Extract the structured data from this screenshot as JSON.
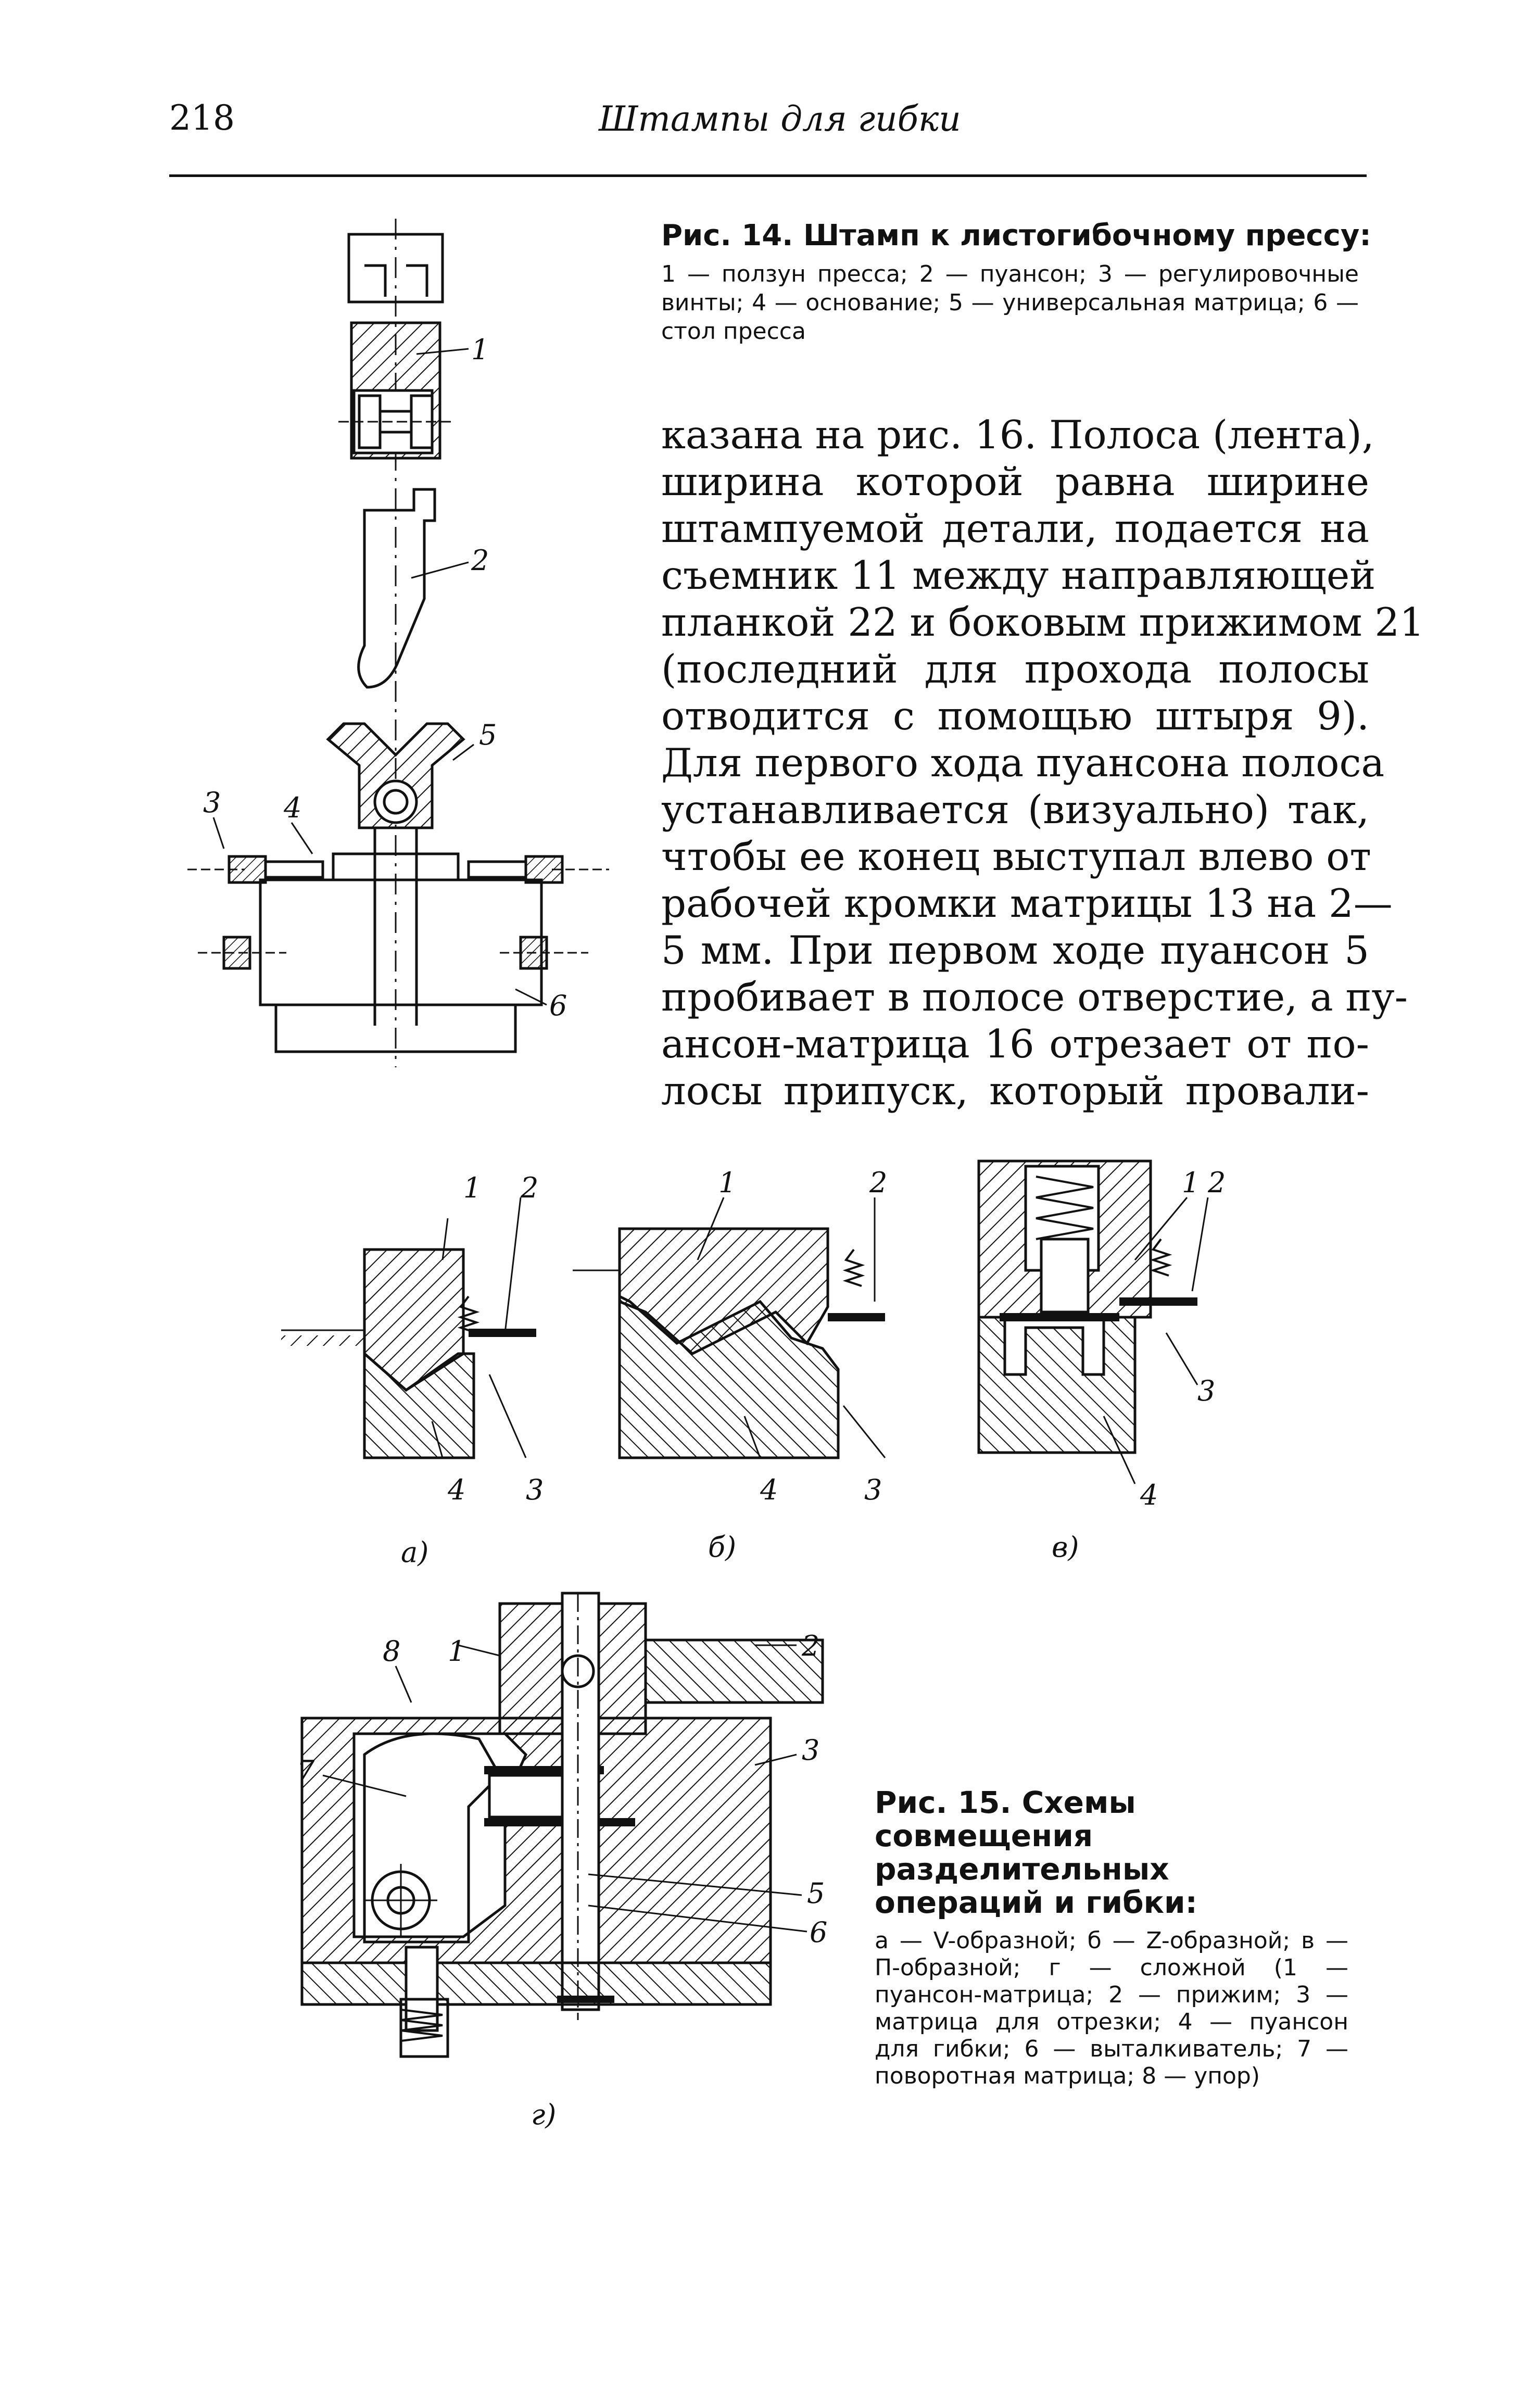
{
  "header": {
    "page_number": "218",
    "running_title": "Штампы для гибки"
  },
  "figure14": {
    "title": "Рис. 14. Штамп к листогибочному прессу:",
    "legend": "1 — ползун пресса; 2 — пуансон; 3 — регулировочные винты; 4 — основание; 5 — универсальная матрица; 6 — стол пресса",
    "callouts": [
      "1",
      "2",
      "3",
      "4",
      "5",
      "6"
    ]
  },
  "body": {
    "lines": [
      "казана на рис. 16. Полоса (лента),",
      "ширина которой равна ширине",
      "штампуемой детали, подается на",
      "съемник 11 между направляющей",
      "планкой 22 и боковым прижимом 21",
      "(последний для прохода полосы",
      "отводится с помощью штыря 9).",
      "Для первого хода пуансона полоса",
      "устанавливается (визуально) так,",
      "чтобы ее конец выступал влево от",
      "рабочей кромки матрицы 13 на 2—",
      "5 мм. При первом ходе пуансон 5",
      "пробивает в полосе отверстие, а пу-",
      "ансон-матрица 16 отрезает от по-",
      "лосы припуск, который провали-"
    ]
  },
  "figure15": {
    "title": "Рис. 15. Схемы совмещения разделительных операций и гибки:",
    "legend": "а — V-образной; б — Z-образной; в — П-образной; г — сложной (1 — пуансон-матрица; 2 — прижим; 3 — матрица для отрезки; 4 — пуансон для гибки; 6 — выталкиватель; 7 — поворотная матрица; 8 — упор)",
    "panel_labels": [
      "а)",
      "б)",
      "в)",
      "г)"
    ],
    "callouts_a": [
      "1",
      "2",
      "4",
      "3"
    ],
    "callouts_b": [
      "1",
      "2",
      "4",
      "3"
    ],
    "callouts_v": [
      "1",
      "2",
      "3",
      "4"
    ],
    "callouts_g": [
      "8",
      "1",
      "2",
      "3",
      "7",
      "5",
      "6"
    ]
  }
}
